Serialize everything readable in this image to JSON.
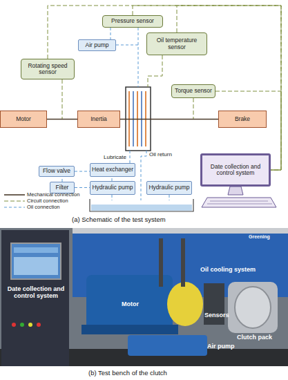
{
  "diagram": {
    "nodes": [
      {
        "text": [
          "Pressure sensor"
        ]
      },
      {
        "text": [
          "Air pump"
        ]
      },
      {
        "text": [
          "Oil temperature sensor"
        ]
      },
      {
        "text": [
          "Rotating speed sensor"
        ]
      },
      {
        "text": [
          "Torque sensor"
        ]
      },
      {
        "text": [
          "Motor"
        ]
      },
      {
        "text": [
          "Inertia"
        ]
      },
      {
        "text": [
          "Brake"
        ]
      },
      {
        "text": [
          "Flow valve"
        ]
      },
      {
        "text": [
          "Heat exchanger"
        ]
      },
      {
        "text": [
          "Filter"
        ]
      },
      {
        "text": [
          "Hydraulic pump"
        ]
      },
      {
        "text": [
          "Hydraulic pump"
        ]
      },
      {
        "text": [
          "Date collection and control system"
        ]
      }
    ],
    "edges": [
      {
        "from": 5,
        "to": 6,
        "arrow": "none"
      },
      {
        "from": 6,
        "to": 7,
        "arrow": "none"
      },
      {
        "from": 3,
        "to": 13,
        "arrow": "none"
      },
      {
        "from": 0,
        "to": 13,
        "arrow": "none"
      },
      {
        "from": 2,
        "to": 13,
        "arrow": "none"
      },
      {
        "from": 4,
        "to": 13,
        "arrow": "none"
      },
      {
        "from": 0,
        "to": 1,
        "arrow": "none"
      },
      {
        "from": 8,
        "to": 9,
        "arrow": "none"
      },
      {
        "from": 10,
        "to": 8,
        "arrow": "none"
      },
      {
        "from": 10,
        "to": 11,
        "arrow": "none"
      },
      {
        "from": 11,
        "to": 9,
        "arrow": "none"
      }
    ],
    "labels": [
      "Lubricate",
      "Oil return",
      "(a) Schematic of the test system",
      "Greening",
      "Date collection and control system",
      "Oil cooling system",
      "Motor",
      "Sensors",
      "Clutch pack",
      "Air pump",
      "(b) Test bench of the clutch"
    ],
    "legend": [
      {
        "text": "Mechanical connection"
      },
      {
        "text": "Circuit connection"
      },
      {
        "text": "Oil connection"
      }
    ]
  }
}
